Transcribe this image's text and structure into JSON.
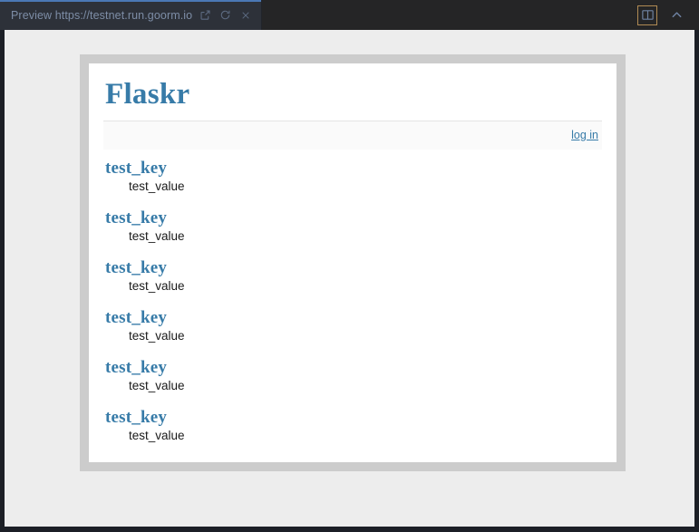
{
  "ide": {
    "tab": {
      "label": "Preview https://testnet.run.goorm.io",
      "icons": {
        "open_external": "external-link-icon",
        "reload": "reload-icon",
        "close": "close-icon"
      }
    },
    "actions": {
      "split_view": "split-view-icon",
      "collapse": "chevron-up-icon"
    },
    "colors": {
      "tab_bar_background": "#252526",
      "active_tab_background": "#2d3139",
      "active_tab_accent": "#4a78b5",
      "tab_label": "#7d8da6",
      "viewport_chrome": "#1c1f26",
      "page_background": "#ededed",
      "highlight_outline": "#b08b54"
    }
  },
  "web_page": {
    "site_title": "Flaskr",
    "nav": {
      "login_label": "log in"
    },
    "entries": [
      {
        "key": "test_key",
        "value": "test_value"
      },
      {
        "key": "test_key",
        "value": "test_value"
      },
      {
        "key": "test_key",
        "value": "test_value"
      },
      {
        "key": "test_key",
        "value": "test_value"
      },
      {
        "key": "test_key",
        "value": "test_value"
      },
      {
        "key": "test_key",
        "value": "test_value"
      }
    ],
    "colors": {
      "accent": "#377ba8",
      "content_background": "#ffffff",
      "content_border": "#cccccc",
      "nav_background": "#fafafa",
      "body_text": "#1a1a1a"
    }
  }
}
